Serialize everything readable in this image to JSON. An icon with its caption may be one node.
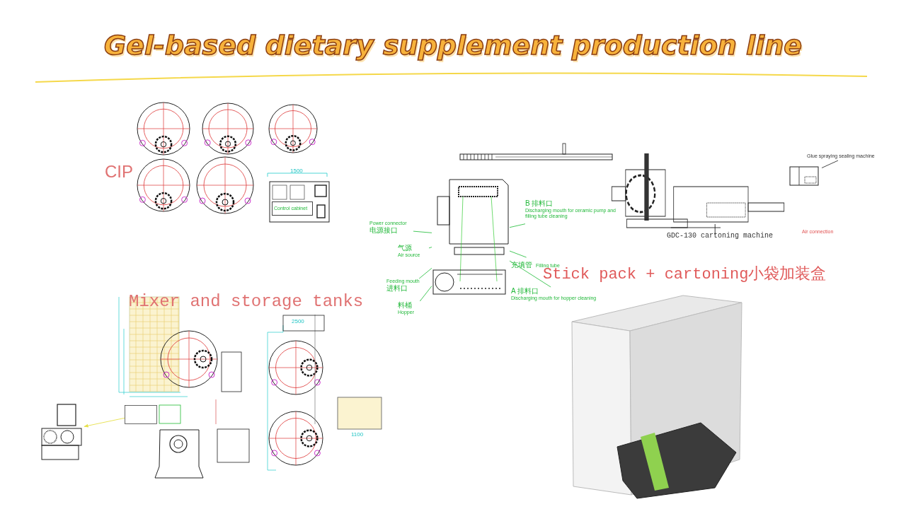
{
  "diagram": {
    "title": "Gel-based dietary supplement production line",
    "nodes": [
      {
        "text": [],
        "shape": "picture"
      },
      {
        "text": [
          "B 排料口",
          "Discharging mouth for ceramic pump and filling tube cleaning"
        ]
      },
      {
        "text": [
          "Power connector",
          "电源接口"
        ]
      },
      {
        "text": [
          "气源",
          "Air source"
        ]
      },
      {
        "text": [
          "充填管",
          "Filling tube"
        ]
      },
      {
        "text": [
          "Feeding mouth",
          "进料口"
        ]
      },
      {
        "text": [
          "A 排料口",
          "Discharging mouth for hopper cleaning"
        ]
      },
      {
        "text": [
          "料桶",
          "Hopper"
        ]
      },
      {
        "text": [],
        "shape": "picture",
        "beside": [
          "GDC-130 cartoning machine"
        ]
      },
      {
        "text": [
          "Glue spraying sealing machine"
        ]
      },
      {
        "text": [],
        "shape": "picture"
      },
      {
        "text": [],
        "shape": "picture"
      },
      {
        "text": [],
        "shape": "box"
      },
      {
        "text": [
          "Control cabinet"
        ]
      }
    ],
    "edges": [
      {
        "from": 1,
        "to": 0,
        "arrow": "none"
      },
      {
        "from": 2,
        "to": 0,
        "arrow": "none"
      },
      {
        "from": 3,
        "to": 0,
        "arrow": "none"
      },
      {
        "from": 4,
        "to": 0,
        "arrow": "none"
      },
      {
        "from": 5,
        "to": 0,
        "arrow": "none"
      },
      {
        "from": 6,
        "to": 0,
        "arrow": "none"
      },
      {
        "from": 7,
        "to": 0,
        "arrow": "none"
      },
      {
        "from": 9,
        "to": 10,
        "arrow": "none",
        "color": "#333333"
      },
      {
        "from": 12,
        "to": 11,
        "arrow": "to",
        "color": "#e6e04a"
      }
    ],
    "labels": [
      "CIP",
      "1500",
      "Mixer and storage tanks",
      "2500",
      "1100",
      "Stick pack + cartoning小袋加装盒",
      "Air connection"
    ]
  }
}
